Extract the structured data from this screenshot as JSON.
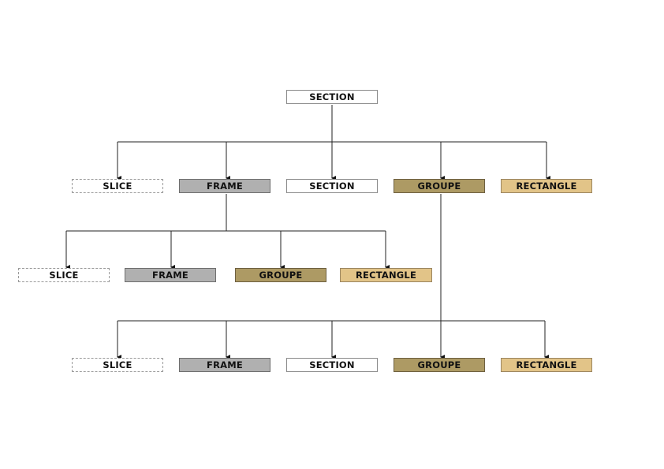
{
  "root": {
    "label": "SECTION"
  },
  "level1": [
    {
      "label": "SLICE"
    },
    {
      "label": "FRAME"
    },
    {
      "label": "SECTION"
    },
    {
      "label": "GROUPE"
    },
    {
      "label": "RECTANGLE"
    }
  ],
  "frame_children": [
    {
      "label": "SLICE"
    },
    {
      "label": "FRAME"
    },
    {
      "label": "GROUPE"
    },
    {
      "label": "RECTANGLE"
    }
  ],
  "groupe_children": [
    {
      "label": "SLICE"
    },
    {
      "label": "FRAME"
    },
    {
      "label": "SECTION"
    },
    {
      "label": "GROUPE"
    },
    {
      "label": "RECTANGLE"
    }
  ],
  "colors": {
    "frame": "#b0b0b0",
    "groupe": "#ad9a64",
    "rectangle": "#e2c488",
    "section": "#ffffff"
  }
}
